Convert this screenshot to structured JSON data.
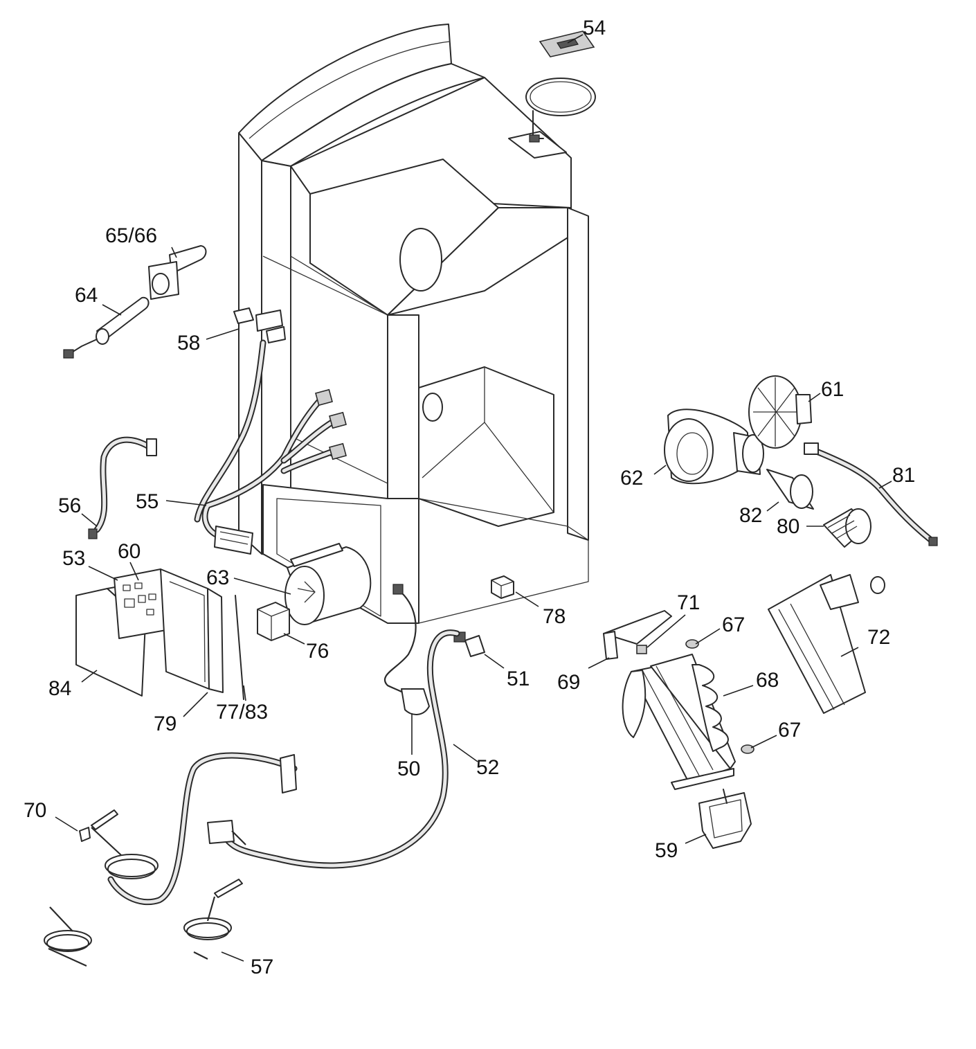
{
  "labels": {
    "p54": "54",
    "p6566": "65/66",
    "p64": "64",
    "p58": "58",
    "p61": "61",
    "p62": "62",
    "p81": "81",
    "p82": "82",
    "p80": "80",
    "p56": "56",
    "p55": "55",
    "p53": "53",
    "p60": "60",
    "p63": "63",
    "p78": "78",
    "p71": "71",
    "p67a": "67",
    "p72": "72",
    "p76": "76",
    "p51": "51",
    "p69": "69",
    "p68": "68",
    "p84": "84",
    "p79": "79",
    "p7783": "77/83",
    "p67b": "67",
    "p50": "50",
    "p52": "52",
    "p70": "70",
    "p59": "59",
    "p57": "57"
  }
}
